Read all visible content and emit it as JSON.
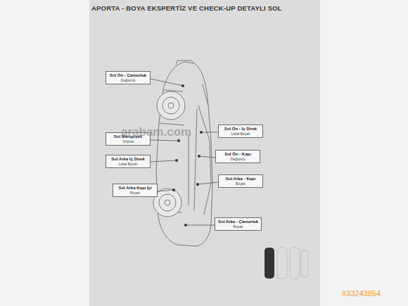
{
  "diagram": {
    "title": "APORTA - BOYA EKSPERTİZ VE CHECK-UP DETAYLI SOL",
    "nodes": [
      {
        "text": [
          "Sol Ön - Çamurluk",
          "Değişmiş"
        ]
      },
      {
        "text": [
          "Sol Marşpiyeli",
          "Orijinal"
        ]
      },
      {
        "text": [
          "Sol Arka İç Direk",
          "Lokal Boyalı"
        ]
      },
      {
        "text": [
          "Sol Arka Kapı İçi",
          "Boyalı"
        ]
      },
      {
        "text": [
          "Sol Ön - İç Direk",
          "Lokal Boyalı"
        ]
      },
      {
        "text": [
          "Sol Ön - Kapı",
          "Değişmiş"
        ]
      },
      {
        "text": [
          "Sol Arka - Kapı",
          "Boyalı"
        ]
      },
      {
        "text": [
          "Sol Arka - Çamurluk",
          "Boyalı"
        ]
      }
    ],
    "labels": [
      "arabam.com",
      "#33243854"
    ]
  }
}
